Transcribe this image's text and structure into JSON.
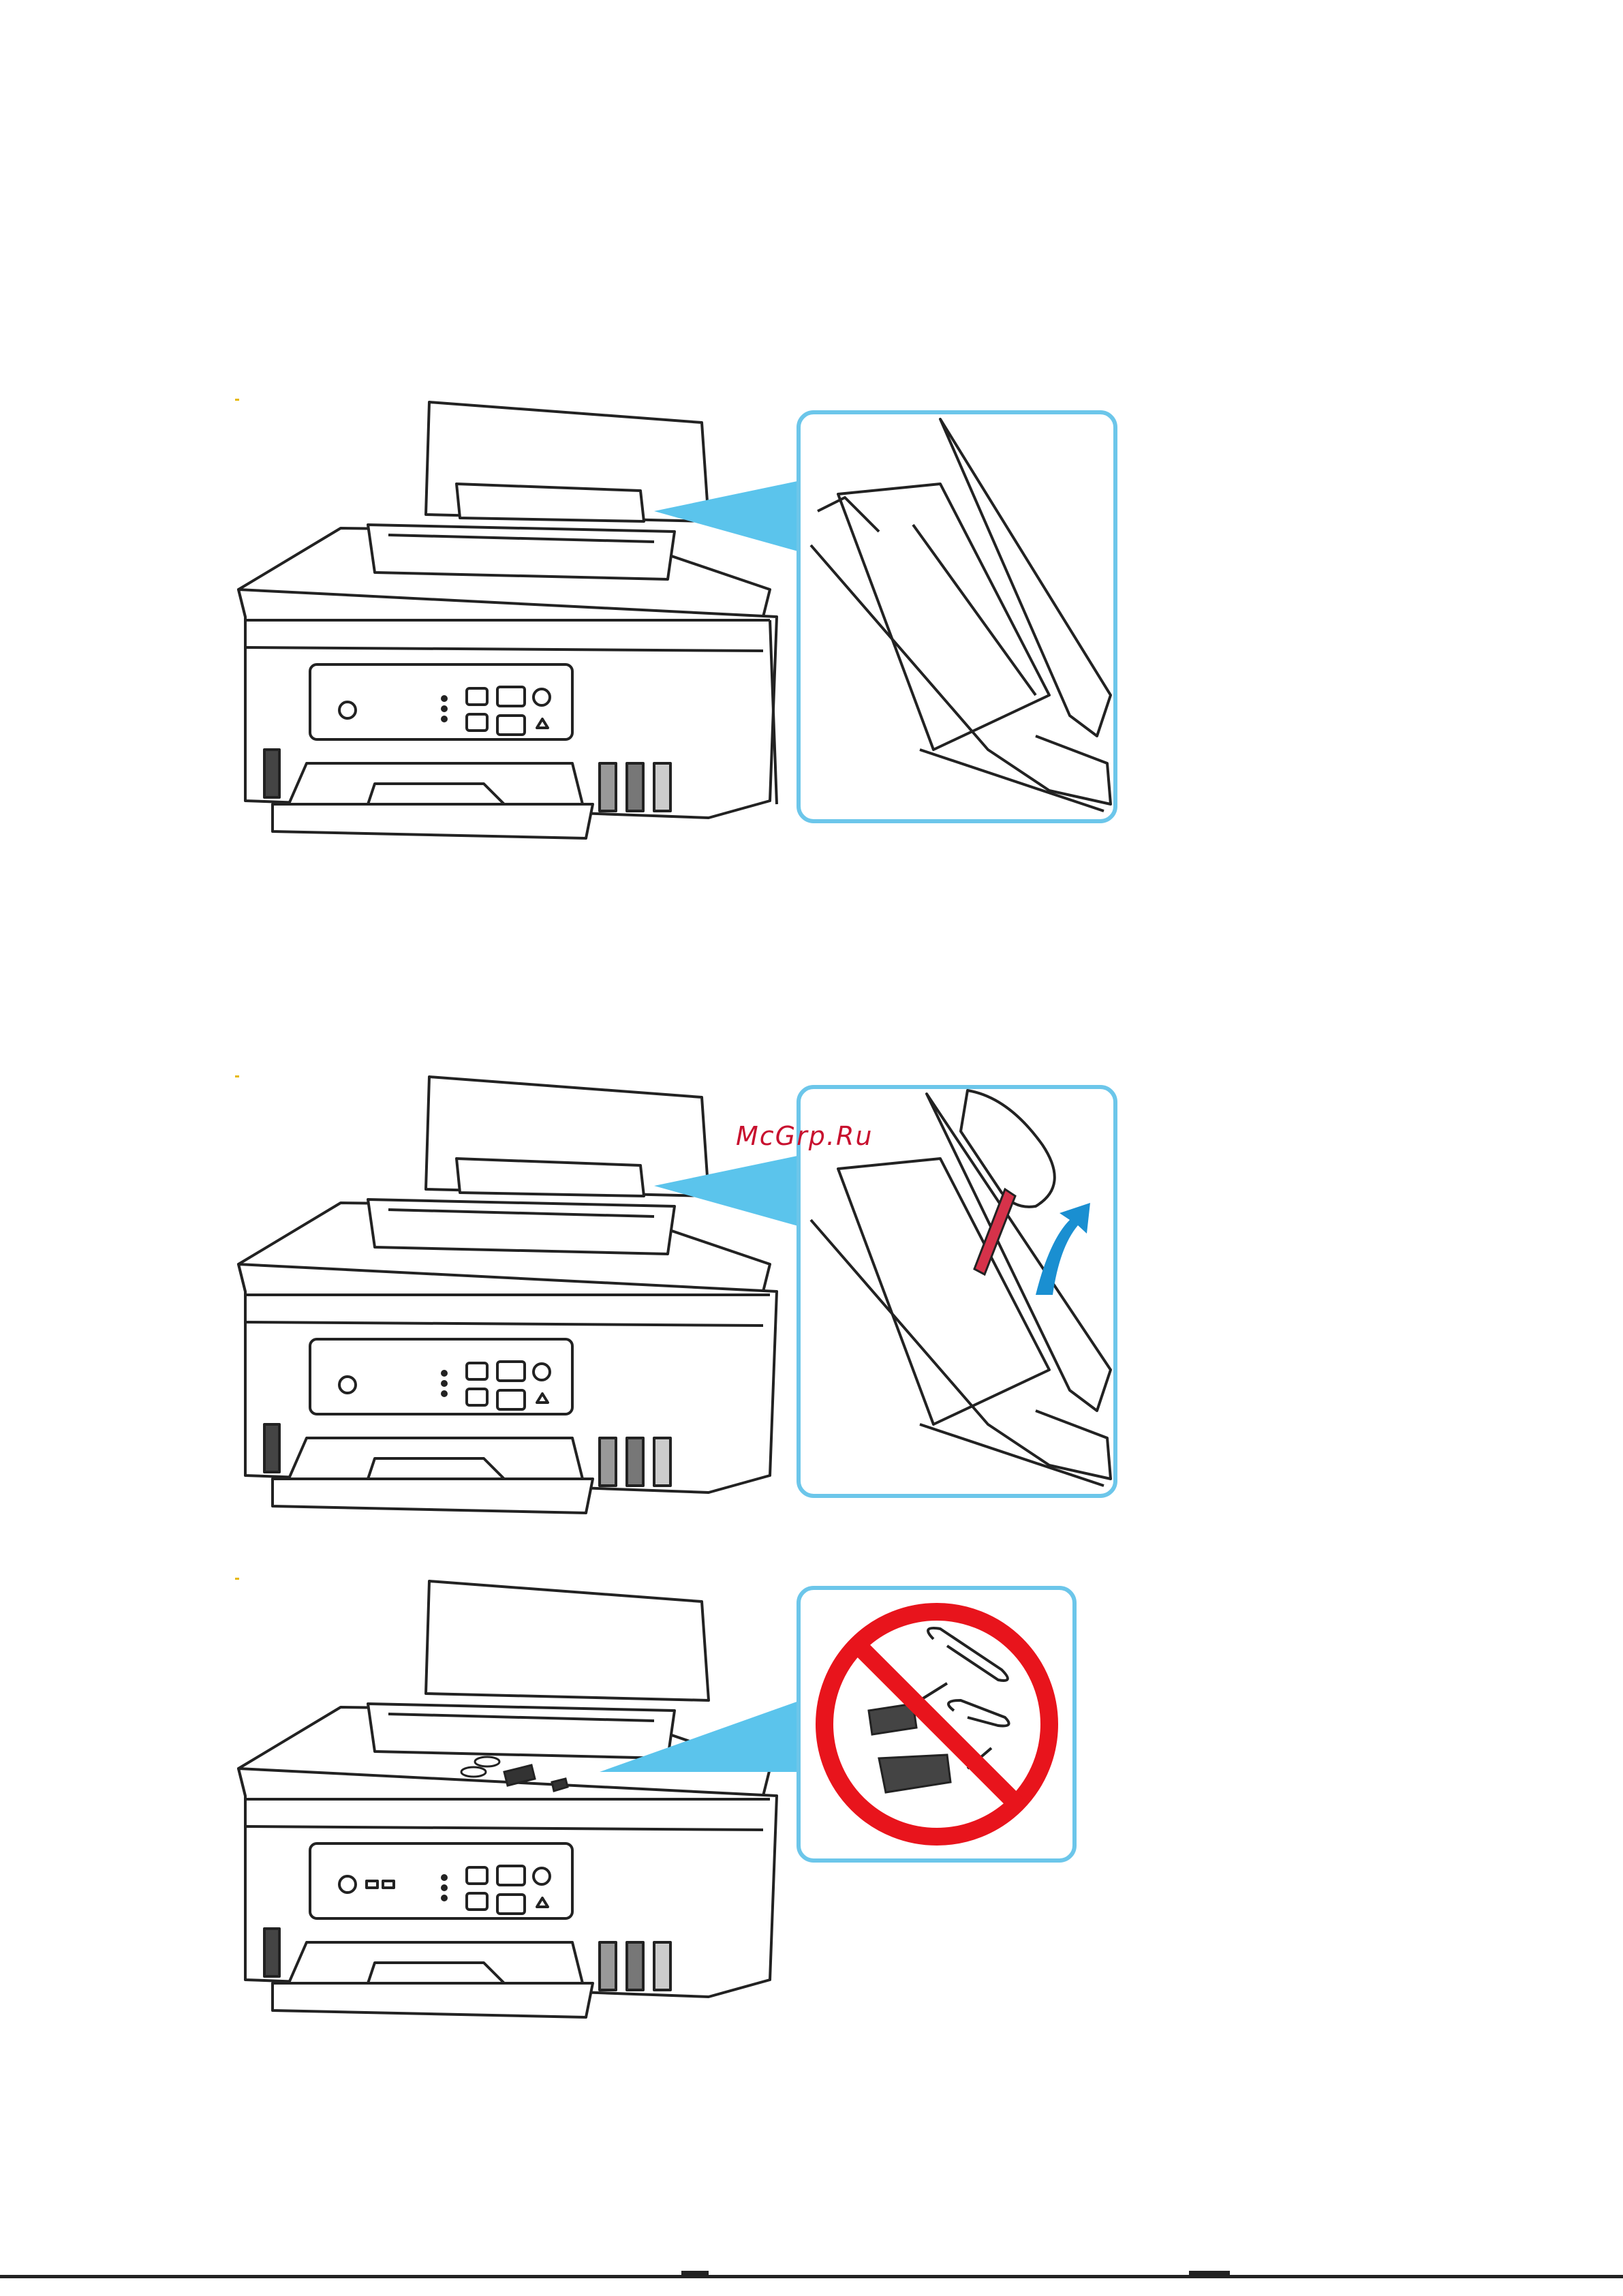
{
  "watermark": {
    "text": "McGrp.Ru",
    "color": "#c8102e"
  },
  "colors": {
    "callout_border": "#6cc6ea",
    "callout_beam": "#5bc4ec",
    "prohibit_red": "#e8141c",
    "arrow_blue": "#1a8fd1",
    "pen_red": "#d6324a",
    "ink_line": "#222222"
  },
  "figures": [
    {
      "id": "step-paper-support",
      "icon": "printer-with-paper-support-illustration",
      "callout": "feed-slot-cover-closeup"
    },
    {
      "id": "step-push-paper",
      "icon": "printer-with-paper-support-illustration",
      "callout": "pushing-paper-with-pen-closeup"
    },
    {
      "id": "step-remove-clips",
      "icon": "printer-with-clips-illustration",
      "callout": "no-clips-prohibition-sign"
    }
  ]
}
